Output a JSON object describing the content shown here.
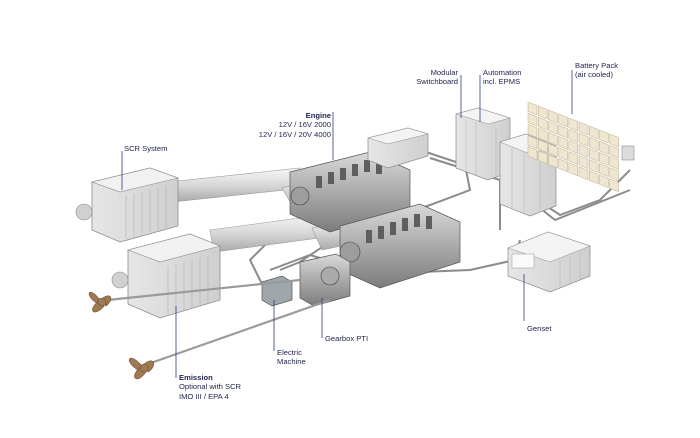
{
  "colors": {
    "label_text": "#23264f",
    "leader_line": "#2b3a8a",
    "equipment_light": "#eeeeee",
    "equipment_mid": "#c9c9c9",
    "equipment_dark": "#8d8d8d",
    "propeller": "#a07a52",
    "battery_cell": "#efe6cf"
  },
  "labels": {
    "scr_system": {
      "line1": "SCR System"
    },
    "engine": {
      "title": "Engine",
      "line1": "12V / 16V 2000",
      "line2": "12V / 16V / 20V 4000"
    },
    "modular_switchboard": {
      "line1": "Modular",
      "line2": "Switchboard"
    },
    "automation": {
      "line1": "Automation",
      "line2": "incl. EPMS"
    },
    "battery_pack": {
      "line1": "Battery Pack",
      "line2": "(air cooled)"
    },
    "genset": {
      "line1": "Genset"
    },
    "gearbox": {
      "line1": "Gearbox PTI"
    },
    "electric_machine": {
      "line1": "Electric",
      "line2": "Machine"
    },
    "emission": {
      "title": "Emission",
      "line1": "Optional with SCR",
      "line2": "IMO III / EPA 4"
    }
  }
}
